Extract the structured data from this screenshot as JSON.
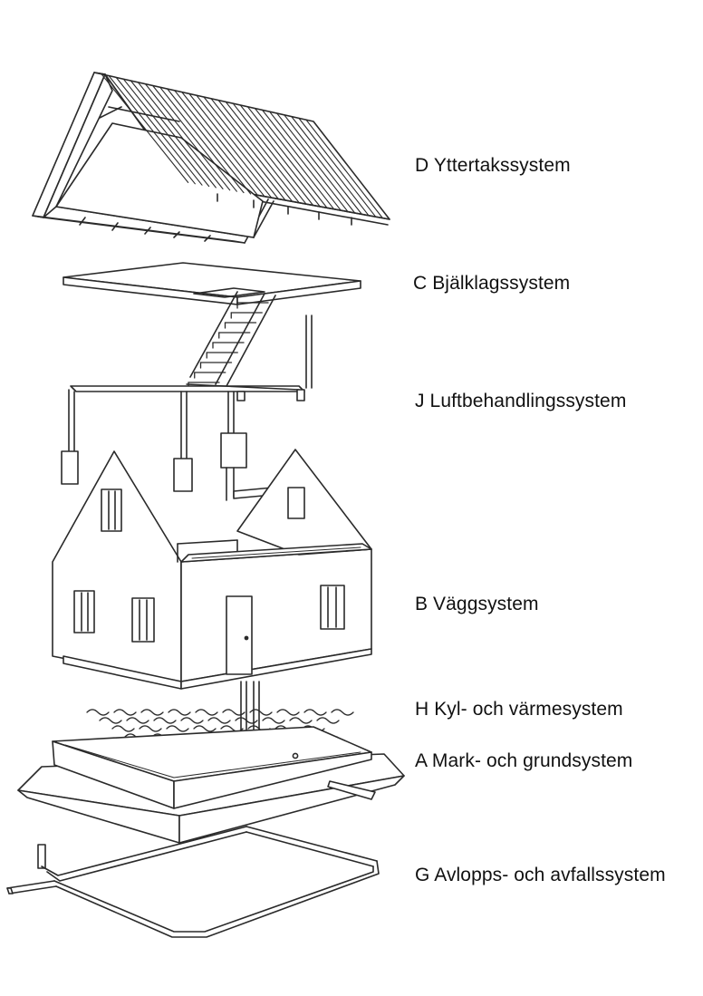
{
  "diagram": {
    "labels": {
      "roof": "D Yttertakssystem",
      "floor_structure": "C Bjälklagssystem",
      "ventilation": "J Luftbehandlingssystem",
      "walls": "B Väggsystem",
      "heating_cooling": "H Kyl- och värmesystem",
      "foundation": "A Mark- och grundsystem",
      "drainage": "G Avlopps- och avfallssystem"
    },
    "colors": {
      "line": "#2a2a2a",
      "fill": "#ffffff",
      "text": "#111111"
    }
  }
}
